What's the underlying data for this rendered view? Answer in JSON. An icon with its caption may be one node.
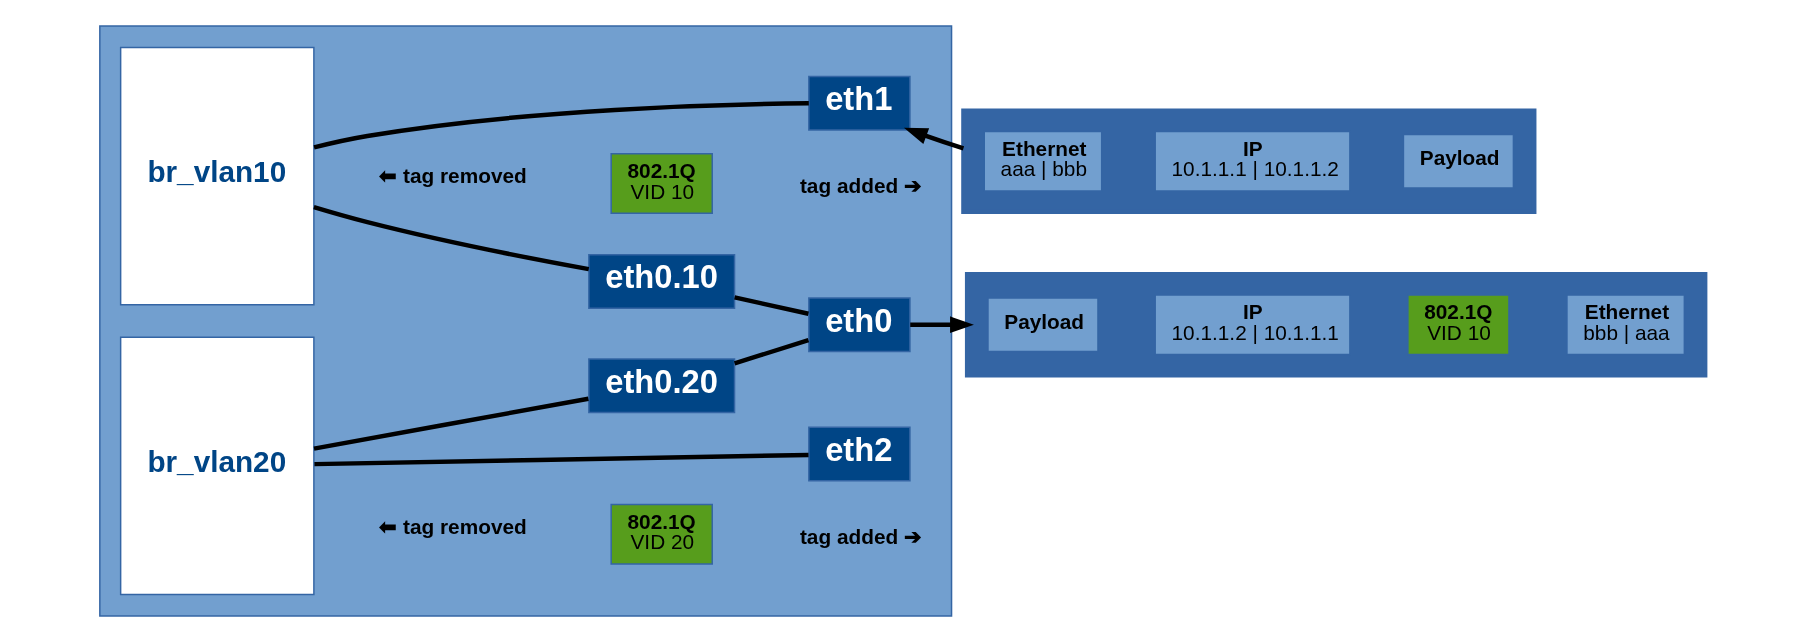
{
  "diagram": {
    "nodes": [
      {
        "text": [],
        "shape": "box"
      },
      {
        "text": [
          "br_vlan10"
        ],
        "in": 0
      },
      {
        "text": [
          "br_vlan20"
        ],
        "in": 0
      },
      {
        "text": [
          "eth1"
        ],
        "in": 0
      },
      {
        "text": [
          "802.1Q",
          "VID 10"
        ],
        "in": 0
      },
      {
        "text": [
          "eth0.10"
        ],
        "in": 0
      },
      {
        "text": [
          "eth0"
        ],
        "in": 0
      },
      {
        "text": [
          "eth0.20"
        ],
        "in": 0
      },
      {
        "text": [
          "802.1Q",
          "VID 20"
        ],
        "in": 0
      },
      {
        "text": [
          "eth2"
        ],
        "in": 0
      },
      {
        "text": [],
        "shape": "bar"
      },
      {
        "text": [
          "Ethernet",
          "aaa | bbb"
        ],
        "in": 10
      },
      {
        "text": [
          "IP",
          "10.1.1.1 | 10.1.1.2"
        ],
        "in": 10
      },
      {
        "text": [
          "Payload"
        ],
        "in": 10
      },
      {
        "text": [],
        "shape": "bar"
      },
      {
        "text": [
          "Payload"
        ],
        "in": 14
      },
      {
        "text": [
          "IP",
          "10.1.1.2 | 10.1.1.1"
        ],
        "in": 14
      },
      {
        "text": [
          "802.1Q",
          "VID 10"
        ],
        "in": 14
      },
      {
        "text": [
          "Ethernet",
          "bbb | aaa"
        ],
        "in": 14
      }
    ],
    "edges": [
      {
        "from": 1,
        "to": 3,
        "arrow": "none"
      },
      {
        "from": 1,
        "to": 5,
        "arrow": "none"
      },
      {
        "from": 2,
        "to": 7,
        "arrow": "none"
      },
      {
        "from": 2,
        "to": 9,
        "arrow": "none"
      },
      {
        "from": 5,
        "to": 6,
        "arrow": "none"
      },
      {
        "from": 7,
        "to": 6,
        "arrow": "none"
      },
      {
        "from": 11,
        "to": 3,
        "arrow": "to"
      },
      {
        "from": 6,
        "to": 15,
        "arrow": "to"
      }
    ],
    "labels": [
      "⬅ tag removed",
      "tag added ➔",
      "⬅ tag removed",
      "tag added ➔"
    ]
  }
}
